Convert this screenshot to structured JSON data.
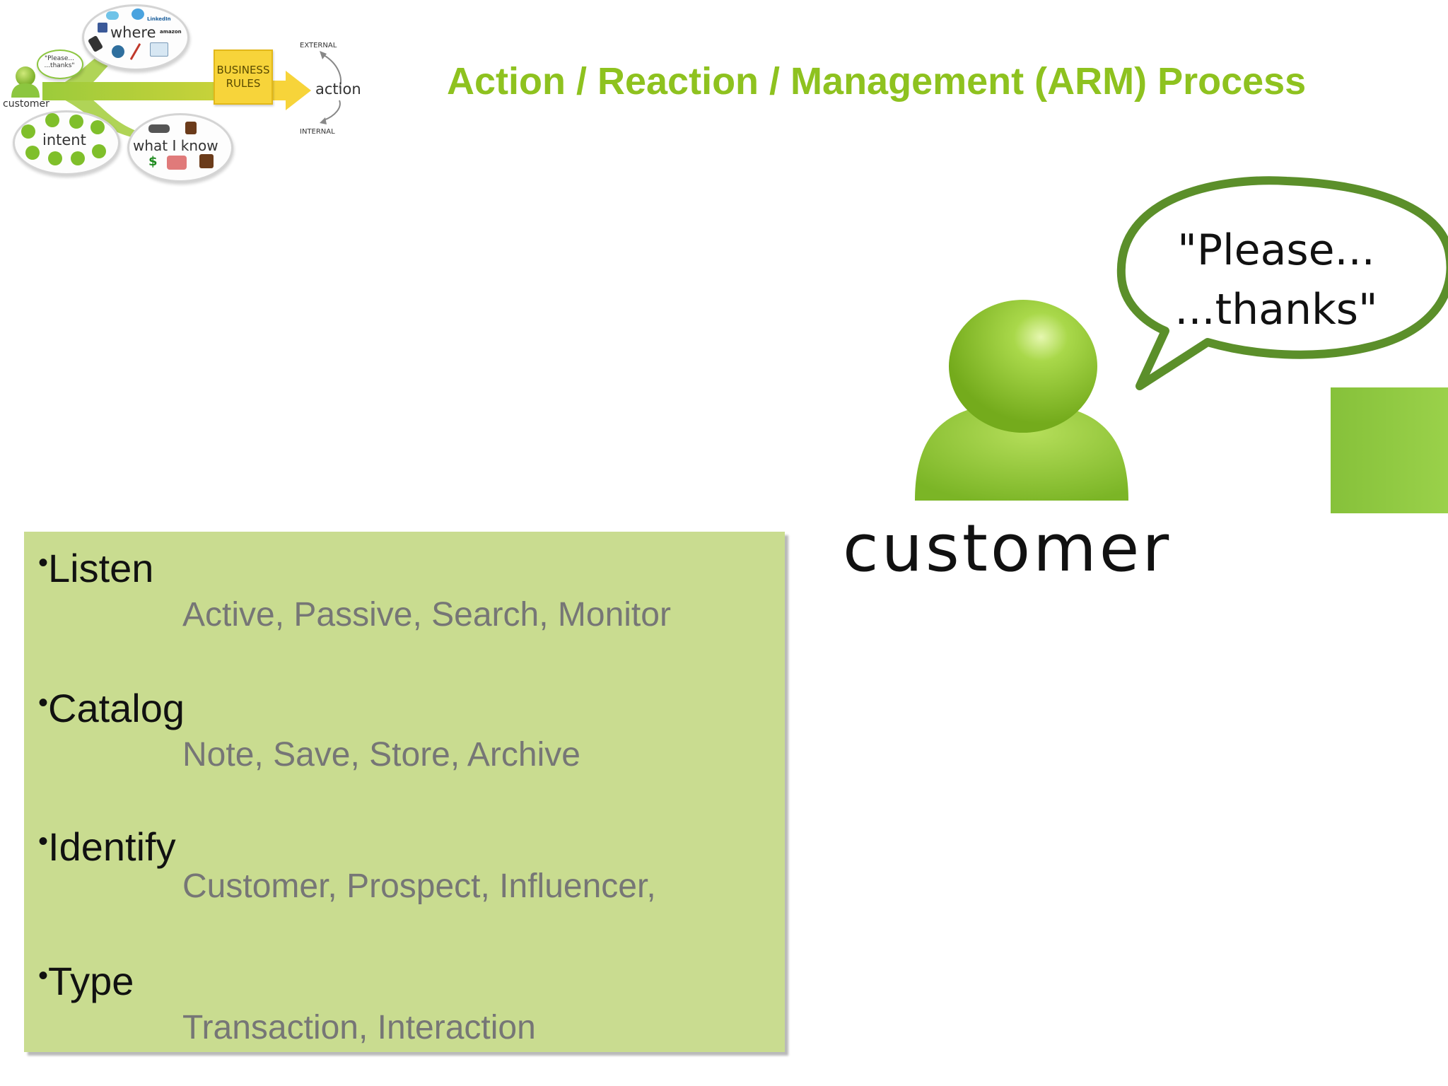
{
  "slide": {
    "title": "Action / Reaction / Management (ARM) Process"
  },
  "diagram": {
    "customer_label": "customer",
    "customer_quote": "\"Please... ...thanks\"",
    "where_label": "where",
    "where_logos": [
      "LinkedIn",
      "amazon"
    ],
    "intent_label": "intent",
    "what_i_know_label": "what I know",
    "what_i_know_symbol": "$",
    "business_rules_line1": "BUSINESS",
    "business_rules_line2": "RULES",
    "action_label": "action",
    "external_label": "EXTERNAL",
    "internal_label": "INTERNAL"
  },
  "customer": {
    "speech_line1": "\"Please...",
    "speech_line2": "...thanks\"",
    "label": "customer"
  },
  "steps": [
    {
      "bullet": "•",
      "title": "Listen",
      "detail": "Active, Passive, Search, Monitor"
    },
    {
      "bullet": "•",
      "title": "Catalog",
      "detail": "Note, Save, Store, Archive"
    },
    {
      "bullet": "•",
      "title": "Identify",
      "detail": "Customer, Prospect, Influencer,"
    },
    {
      "bullet": "•",
      "title": "Type",
      "detail": "Transaction, Interaction"
    }
  ],
  "colors": {
    "title_green": "#8ec21f",
    "figure_green": "#8cc63f",
    "bubble_green": "#5b8f2a",
    "panel_green": "#c9dc90",
    "business_rules_yellow": "#f7d43a"
  }
}
